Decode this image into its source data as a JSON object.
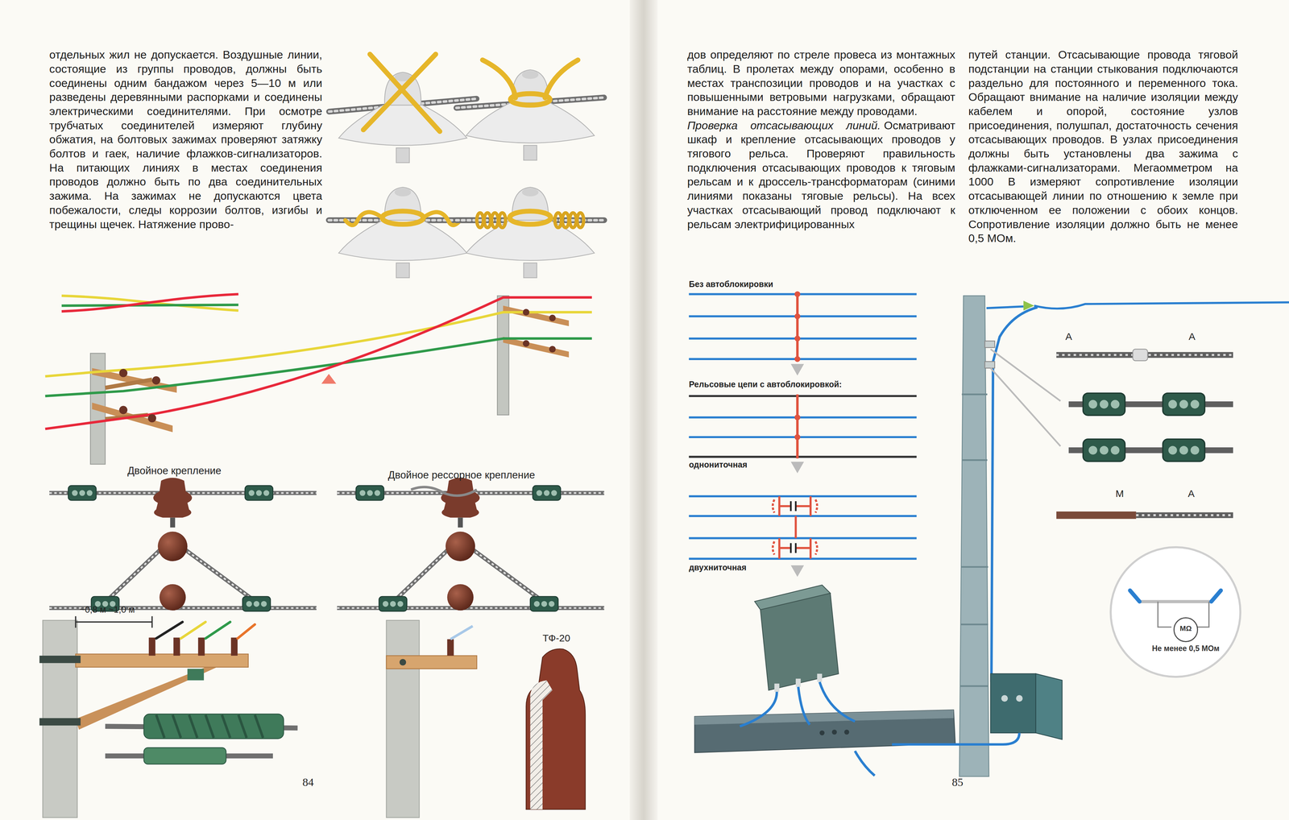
{
  "diagram": {
    "nodes": [
      {
        "text": [
          "Не менее 0,5 МОм"
        ]
      },
      {
        "text": [
          "МΩ"
        ],
        "in": 0
      }
    ],
    "labels": [
      "отдельных жил не допускается. Воздушные линии, состоящие из группы проводов, должны быть соединены одним бандажом через 5—10 м или разведены деревянными распорками и соединены электрическими соединителями. При осмотре трубчатых соединителей измеряют глубину обжатия, на болтовых зажимах проверяют затяжку болтов и гаек, наличие флажков-сигнализаторов. На питающих линиях в местах соединения проводов должно быть по два соединительных зажима. На зажимах не допускаются цвета побежалости, следы коррозии болтов, изгибы и трещины щечек. Натяжение прово-",
      "Двойное крепление",
      "Двойное рессорное крепление",
      "~0,8 м ~1,0 м",
      "ТФ-20",
      "84",
      "дов определяют по стреле провеса из монтажных таблиц. В пролетах между опорами, особенно в местах транспозиции проводов и на участках с повышенными ветровыми нагрузками, обращают внимание на расстояние между проводами.",
      "Проверка отсасывающих линий.",
      "Осматривают шкаф и крепление отсасывающих проводов у тягового рельса. Проверяют правильность подключения отсасывающих проводов к тяговым рельсам и к дроссель-трансформаторам (синими линиями показаны тяговые рельсы). На всех участках отсасывающий провод подключают к рельсам электрифицированных",
      "путей станции. Отсасывающие провода тяговой подстанции на станции стыкования подключаются раздельно для постоянного и переменного тока. Обращают внимание на наличие изоляции между кабелем и опорой, состояние узлов присоединения, полушпал, достаточность сечения отсасывающих проводов. В узлах присоединения должны быть установлены два зажима с флажками-сигнализаторами. Мегаомметром на 1000 В измеряют сопротивление изоляции отсасывающей линии по отношению к земле при отключенном ее положении с обоих концов. Сопротивление изоляции должно быть не менее 0,5 МОм.",
      "Без автоблокировки",
      "Рельсовые цепи с автоблокировкой:",
      "однониточная",
      "двухниточная",
      "A",
      "A",
      "M",
      "A",
      "85"
    ]
  }
}
